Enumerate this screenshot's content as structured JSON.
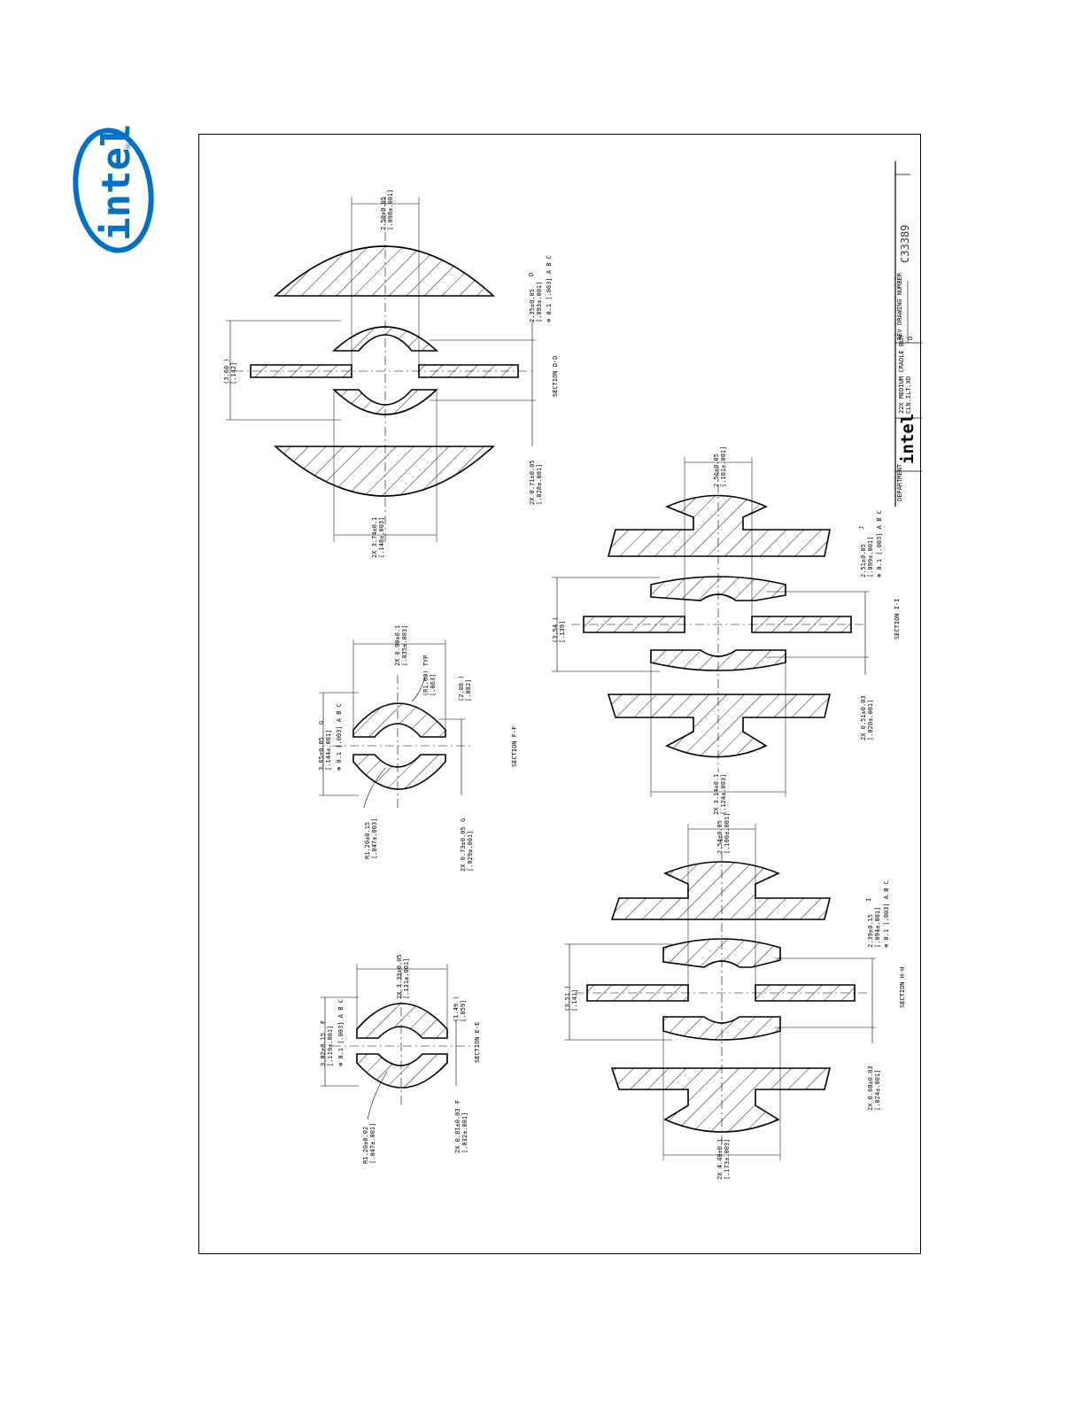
{
  "logo": {
    "text": "intel",
    "registered": "®",
    "color": "#0071c5"
  },
  "title_block": {
    "department_label": "DEPARTMENT",
    "title_lines": [
      "22X MEDIUM CRADLE BLM",
      "CLN.ILT.XD"
    ],
    "size_label": "REV",
    "drawing_number_label": "DRAWING NUMBER",
    "size_value": "D",
    "drawing_number": "C33389",
    "logo_text": "intel"
  },
  "sections": {
    "dd": {
      "label": "SECTION D-D",
      "dims": {
        "top_width": "2.50±0.05\n[.098±.001]",
        "overall_height": "(3.60 )\n[.142]",
        "slot": "2.35±0.05\n[.093±.001]",
        "slot_fcf": "⊕ 0.1 [.003] A B C",
        "slot_datum": "D",
        "bottom_width": "2X 3.74±0.1\n[.148±.003]",
        "gap": "2X 0.71±0.05\n[.028±.001]"
      }
    },
    "ff": {
      "label": "SECTION F-F",
      "dims": {
        "width": "2X 0.90±0.1\n[.035±.003]",
        "radius_typ": "(R1.60) TYP\n[.063]",
        "height": "3.65±0.05\n[.144±.001]",
        "fcf": "⊕ 0.1 [.003] A B C",
        "datum": "G",
        "side": "(2.08 )\n[.082]",
        "radius": "R1.20±0.15\n[.047±.003]",
        "gap": "2X 0.73±0.05\n[.029±.001]",
        "gap_datum": "G"
      }
    },
    "ee": {
      "label": "SECTION E-E",
      "dims": {
        "width": "2X 3.33±0.05\n[.131±.001]",
        "height": "3.02±0.15\n[.119±.001]",
        "fcf": "⊕ 0.1 [.003] A B C",
        "datum": "F",
        "side": "(1.49 )\n[.059]",
        "radius": "R1.20±0.02\n[.047±.001]",
        "gap": "2X 0.81±0.03\n[.032±.001]",
        "gap_datum": "F"
      }
    },
    "ii": {
      "label": "SECTION I-I",
      "dims": {
        "top_width": "2.56±0.05\n[.101±.001]",
        "overall_height": "(3.54 )\n[.139]",
        "slot": "2.51±0.05\n[.099±.001]",
        "slot_fcf": "⊕ 0.1 [.003] A B C",
        "slot_datum": "J",
        "gap": "2X 0.51±0.03\n[.020±.001]",
        "bottom_width": "2X 3.14±0.1\n[.124±.003]"
      }
    },
    "hh": {
      "label": "SECTION H-H",
      "dims": {
        "top_width": "2.54±0.05\n[.100±.001]",
        "overall_height": "(3.51 )\n[.141]",
        "slot": "2.39±0.15\n[.094±.001]",
        "slot_fcf": "⊕ 0.1 [.003] A B C",
        "slot_datum": "I",
        "gap": "2X 0.60±0.03\n[.024±.001]",
        "bottom_width": "2X 4.40±0.1\n[.173±.003]"
      }
    }
  }
}
